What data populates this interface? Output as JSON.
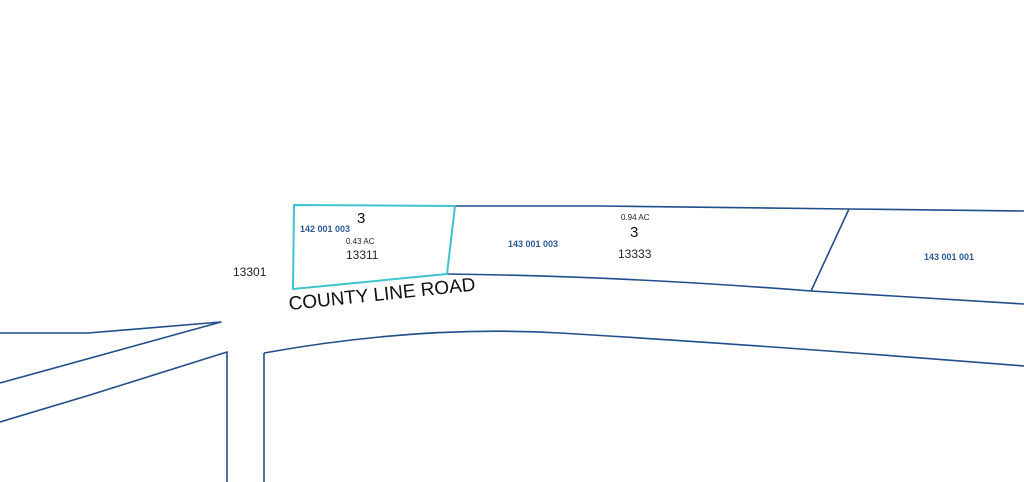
{
  "map": {
    "type": "parcel-map",
    "colors": {
      "parcel_line": "#1f4e8a",
      "selected_parcel": "#3ec3cf",
      "parcel_id_text": "#2a5a96",
      "background": "#ffffff"
    },
    "road": {
      "name": "COUNTY LINE ROAD"
    },
    "parcels": [
      {
        "id": "142 001 003",
        "acreage": "0.43 AC",
        "lot": "3",
        "address": "13311",
        "selected": true
      },
      {
        "id": "143 001 003",
        "acreage": "0.94 AC",
        "lot": "3",
        "address": "13333",
        "selected": false
      },
      {
        "id": "143 001 001",
        "selected": false
      }
    ],
    "other_labels": {
      "address_13301": "13301"
    }
  }
}
